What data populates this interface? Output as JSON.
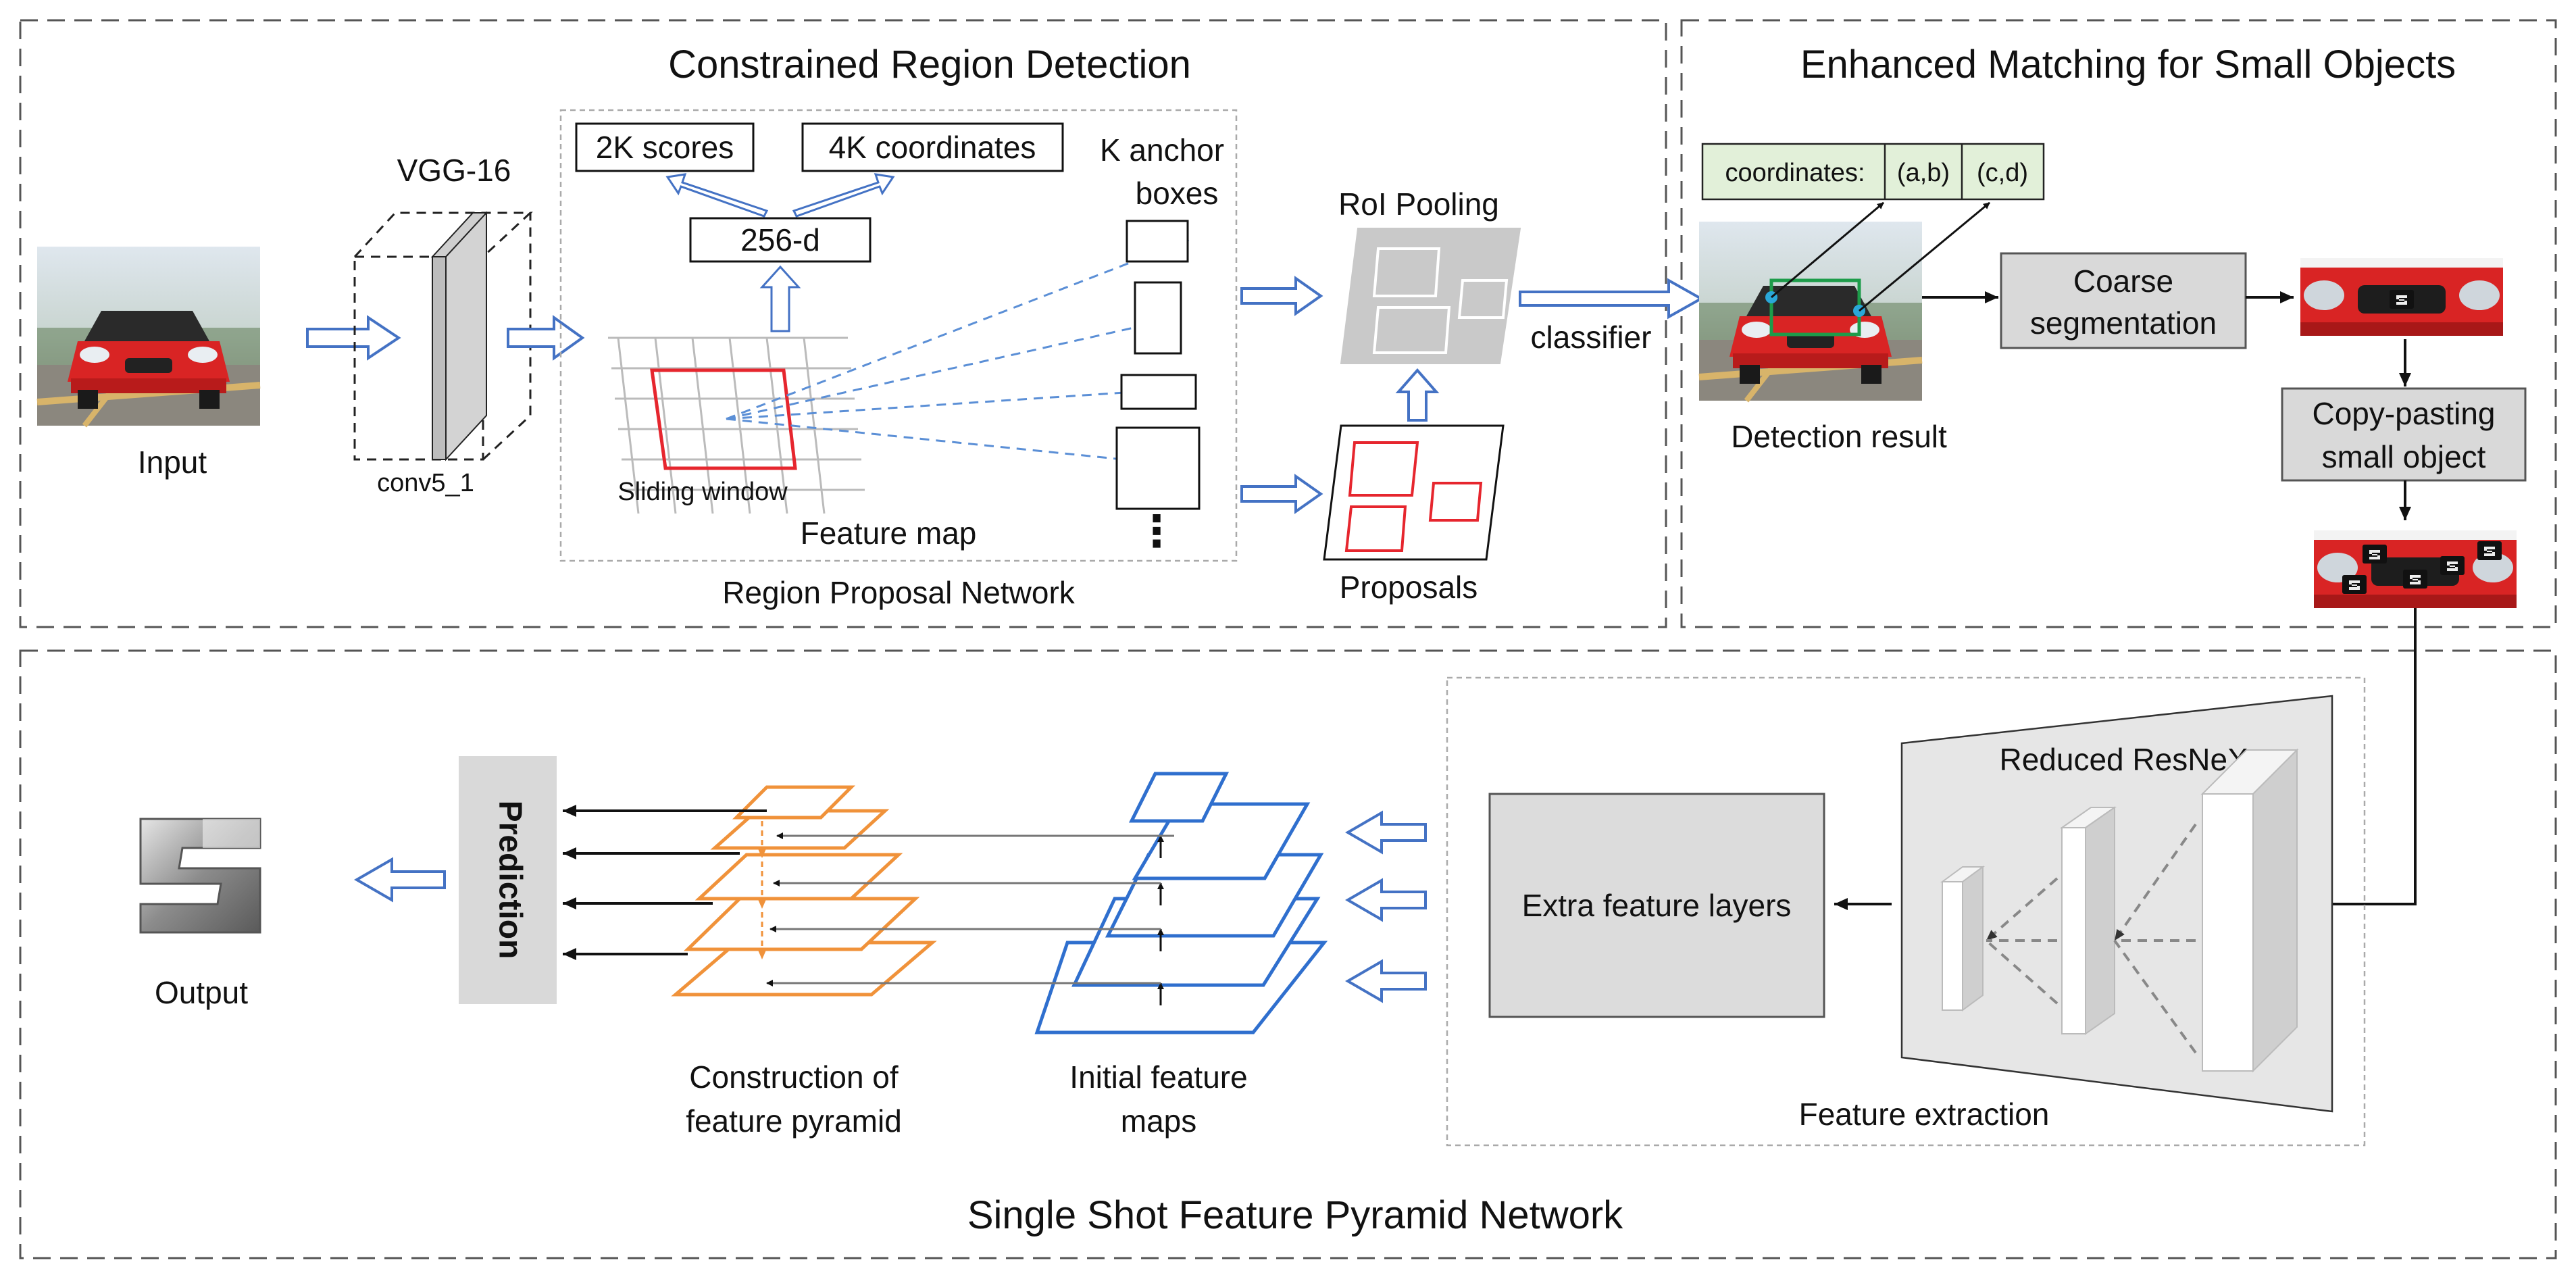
{
  "sections": {
    "crd": {
      "title": "Constrained Region Detection"
    },
    "ems": {
      "title": "Enhanced Matching for Small Objects"
    },
    "ssfpn": {
      "title": "Single Shot Feature Pyramid Network"
    }
  },
  "crd": {
    "input_label": "Input",
    "vgg_label": "VGG-16",
    "conv_label": "conv5_1",
    "scores_label": "2K scores",
    "coords_label": "4K coordinates",
    "dim_label": "256-d",
    "anchor_label_1": "K anchor",
    "anchor_label_2": "boxes",
    "sliding_label": "Sliding window",
    "feature_map_label": "Feature map",
    "rpn_label": "Region Proposal Network",
    "dots": "⋮",
    "roi_label": "RoI Pooling",
    "classifier_label": "classifier",
    "proposals_label": "Proposals"
  },
  "ems": {
    "coord_label": "coordinates:",
    "coord_a": "(a,b)",
    "coord_c": "(c,d)",
    "detection_label": "Detection result",
    "coarse_1": "Coarse",
    "coarse_2": "segmentation",
    "copy_1": "Copy-pasting",
    "copy_2": "small object"
  },
  "ssfpn": {
    "output_label": "Output",
    "prediction_label": "Prediction",
    "pyramid_1": "Construction of",
    "pyramid_2": "feature pyramid",
    "initial_1": "Initial feature",
    "initial_2": "maps",
    "resnext_label": "Reduced ResNeXt",
    "extra_label": "Extra feature layers",
    "extraction_label": "Feature extraction"
  },
  "icons": {
    "car_photo": "red-car-photo",
    "output_logo": "seat-logo-icon"
  },
  "colors": {
    "arrow_blue": "#4472c4",
    "anchor_dash": "#5b8fd6",
    "window_red": "#e6262e",
    "pyramid_orange": "#f0923a",
    "map_blue": "#2f6fce",
    "coord_green": "#e2f0d9",
    "gray_box": "#d9d9d9",
    "car_red": "#d92424"
  }
}
